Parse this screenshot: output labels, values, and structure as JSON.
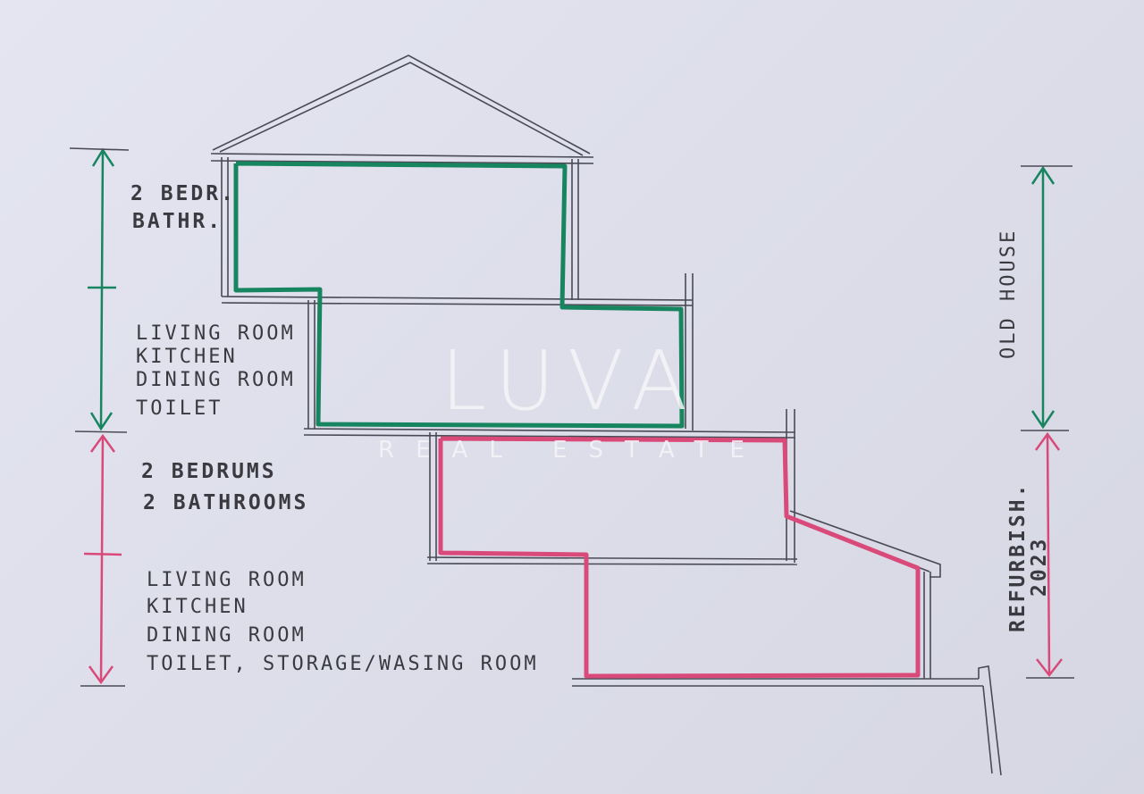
{
  "colors": {
    "old_house": "#17855f",
    "refurbished": "#d94a7a",
    "pencil": "#4a4a55",
    "paper": "#dfe0ec"
  },
  "labels": {
    "upper_old": [
      "2 BEDR.",
      "BATHR."
    ],
    "lower_old": [
      "LIVING ROOM",
      "KITCHEN",
      "DINING ROOM",
      "TOILET"
    ],
    "upper_new": [
      "2 BEDRUMS",
      "2 BATHROOMS"
    ],
    "lower_new": [
      "LIVING ROOM",
      "KITCHEN",
      "DINING ROOM",
      "TOILET, STORAGE/WASING ROOM"
    ],
    "old_house": "OLD HOUSE",
    "refurbished": "REFURBISH.",
    "refurbished_year": "2023"
  },
  "watermark": {
    "title": "LUVA",
    "subtitle": "REAL ESTATE"
  }
}
